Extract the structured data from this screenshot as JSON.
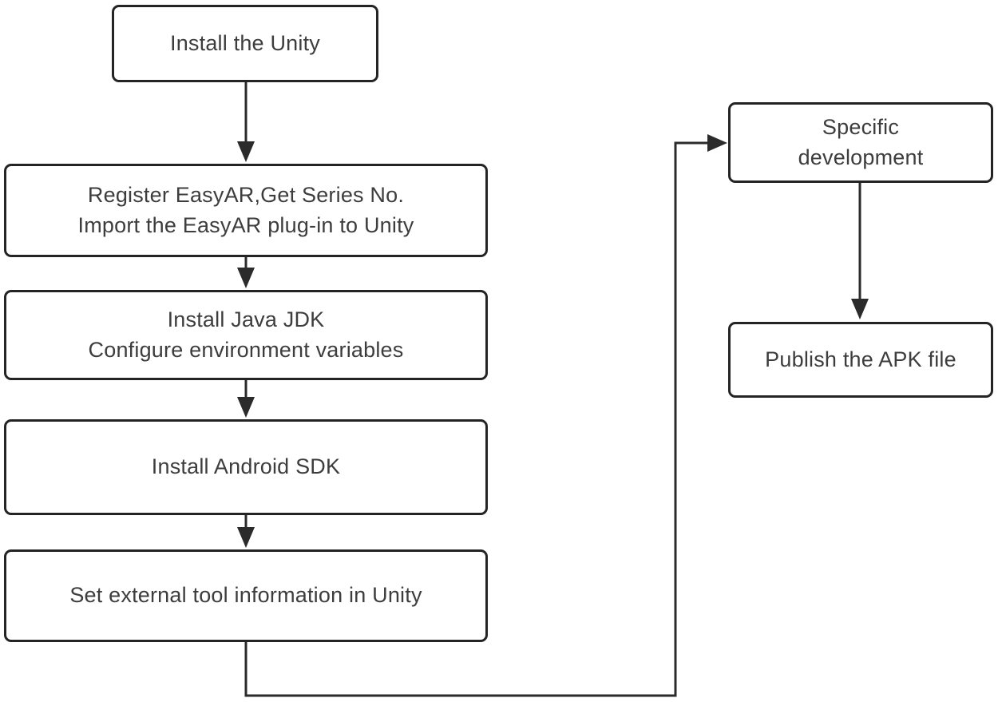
{
  "diagram": {
    "type": "flowchart",
    "colors": {
      "background": "#ffffff",
      "node_fill": "#ffffff",
      "node_border": "#242424",
      "line": "#2b2b2b",
      "text": "#3d3d3d"
    },
    "nodes": {
      "install_unity": {
        "label": "Install the Unity"
      },
      "register_easyar": {
        "label": "Register EasyAR,Get Series No.\nImport the EasyAR plug-in to Unity"
      },
      "install_jdk": {
        "label": "Install Java JDK\nConfigure environment variables"
      },
      "install_android_sdk": {
        "label": "Install Android SDK"
      },
      "set_external_tools": {
        "label": "Set external tool information in Unity"
      },
      "specific_development": {
        "label": "Specific\ndevelopment"
      },
      "publish_apk": {
        "label": "Publish the APK file"
      }
    },
    "edges": [
      {
        "from": "install_unity",
        "to": "register_easyar"
      },
      {
        "from": "register_easyar",
        "to": "install_jdk"
      },
      {
        "from": "install_jdk",
        "to": "install_android_sdk"
      },
      {
        "from": "install_android_sdk",
        "to": "set_external_tools"
      },
      {
        "from": "set_external_tools",
        "to": "specific_development"
      },
      {
        "from": "specific_development",
        "to": "publish_apk"
      }
    ]
  }
}
